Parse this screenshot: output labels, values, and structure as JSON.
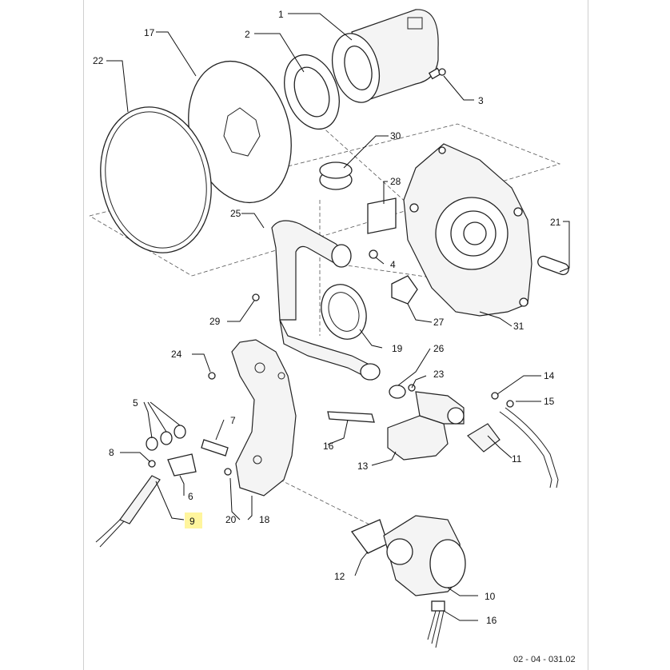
{
  "labels": {
    "p1": "1",
    "p2": "2",
    "p3": "3",
    "p4": "4",
    "p5": "5",
    "p6": "6",
    "p7": "7",
    "p8": "8",
    "p9": "9",
    "p10": "10",
    "p11": "11",
    "p12": "12",
    "p13": "13",
    "p14": "14",
    "p15": "15",
    "p16a": "16",
    "p16b": "16",
    "p17": "17",
    "p18": "18",
    "p19": "19",
    "p20": "20",
    "p21": "21",
    "p22": "22",
    "p23": "23",
    "p24": "24",
    "p25": "25",
    "p26": "26",
    "p27": "27",
    "p28": "28",
    "p29": "29",
    "p30": "30",
    "p31": "31"
  },
  "highlighted_label": "9",
  "highlight_color": "#fff59d",
  "drawing_code": "02 - 04 - 031.02"
}
